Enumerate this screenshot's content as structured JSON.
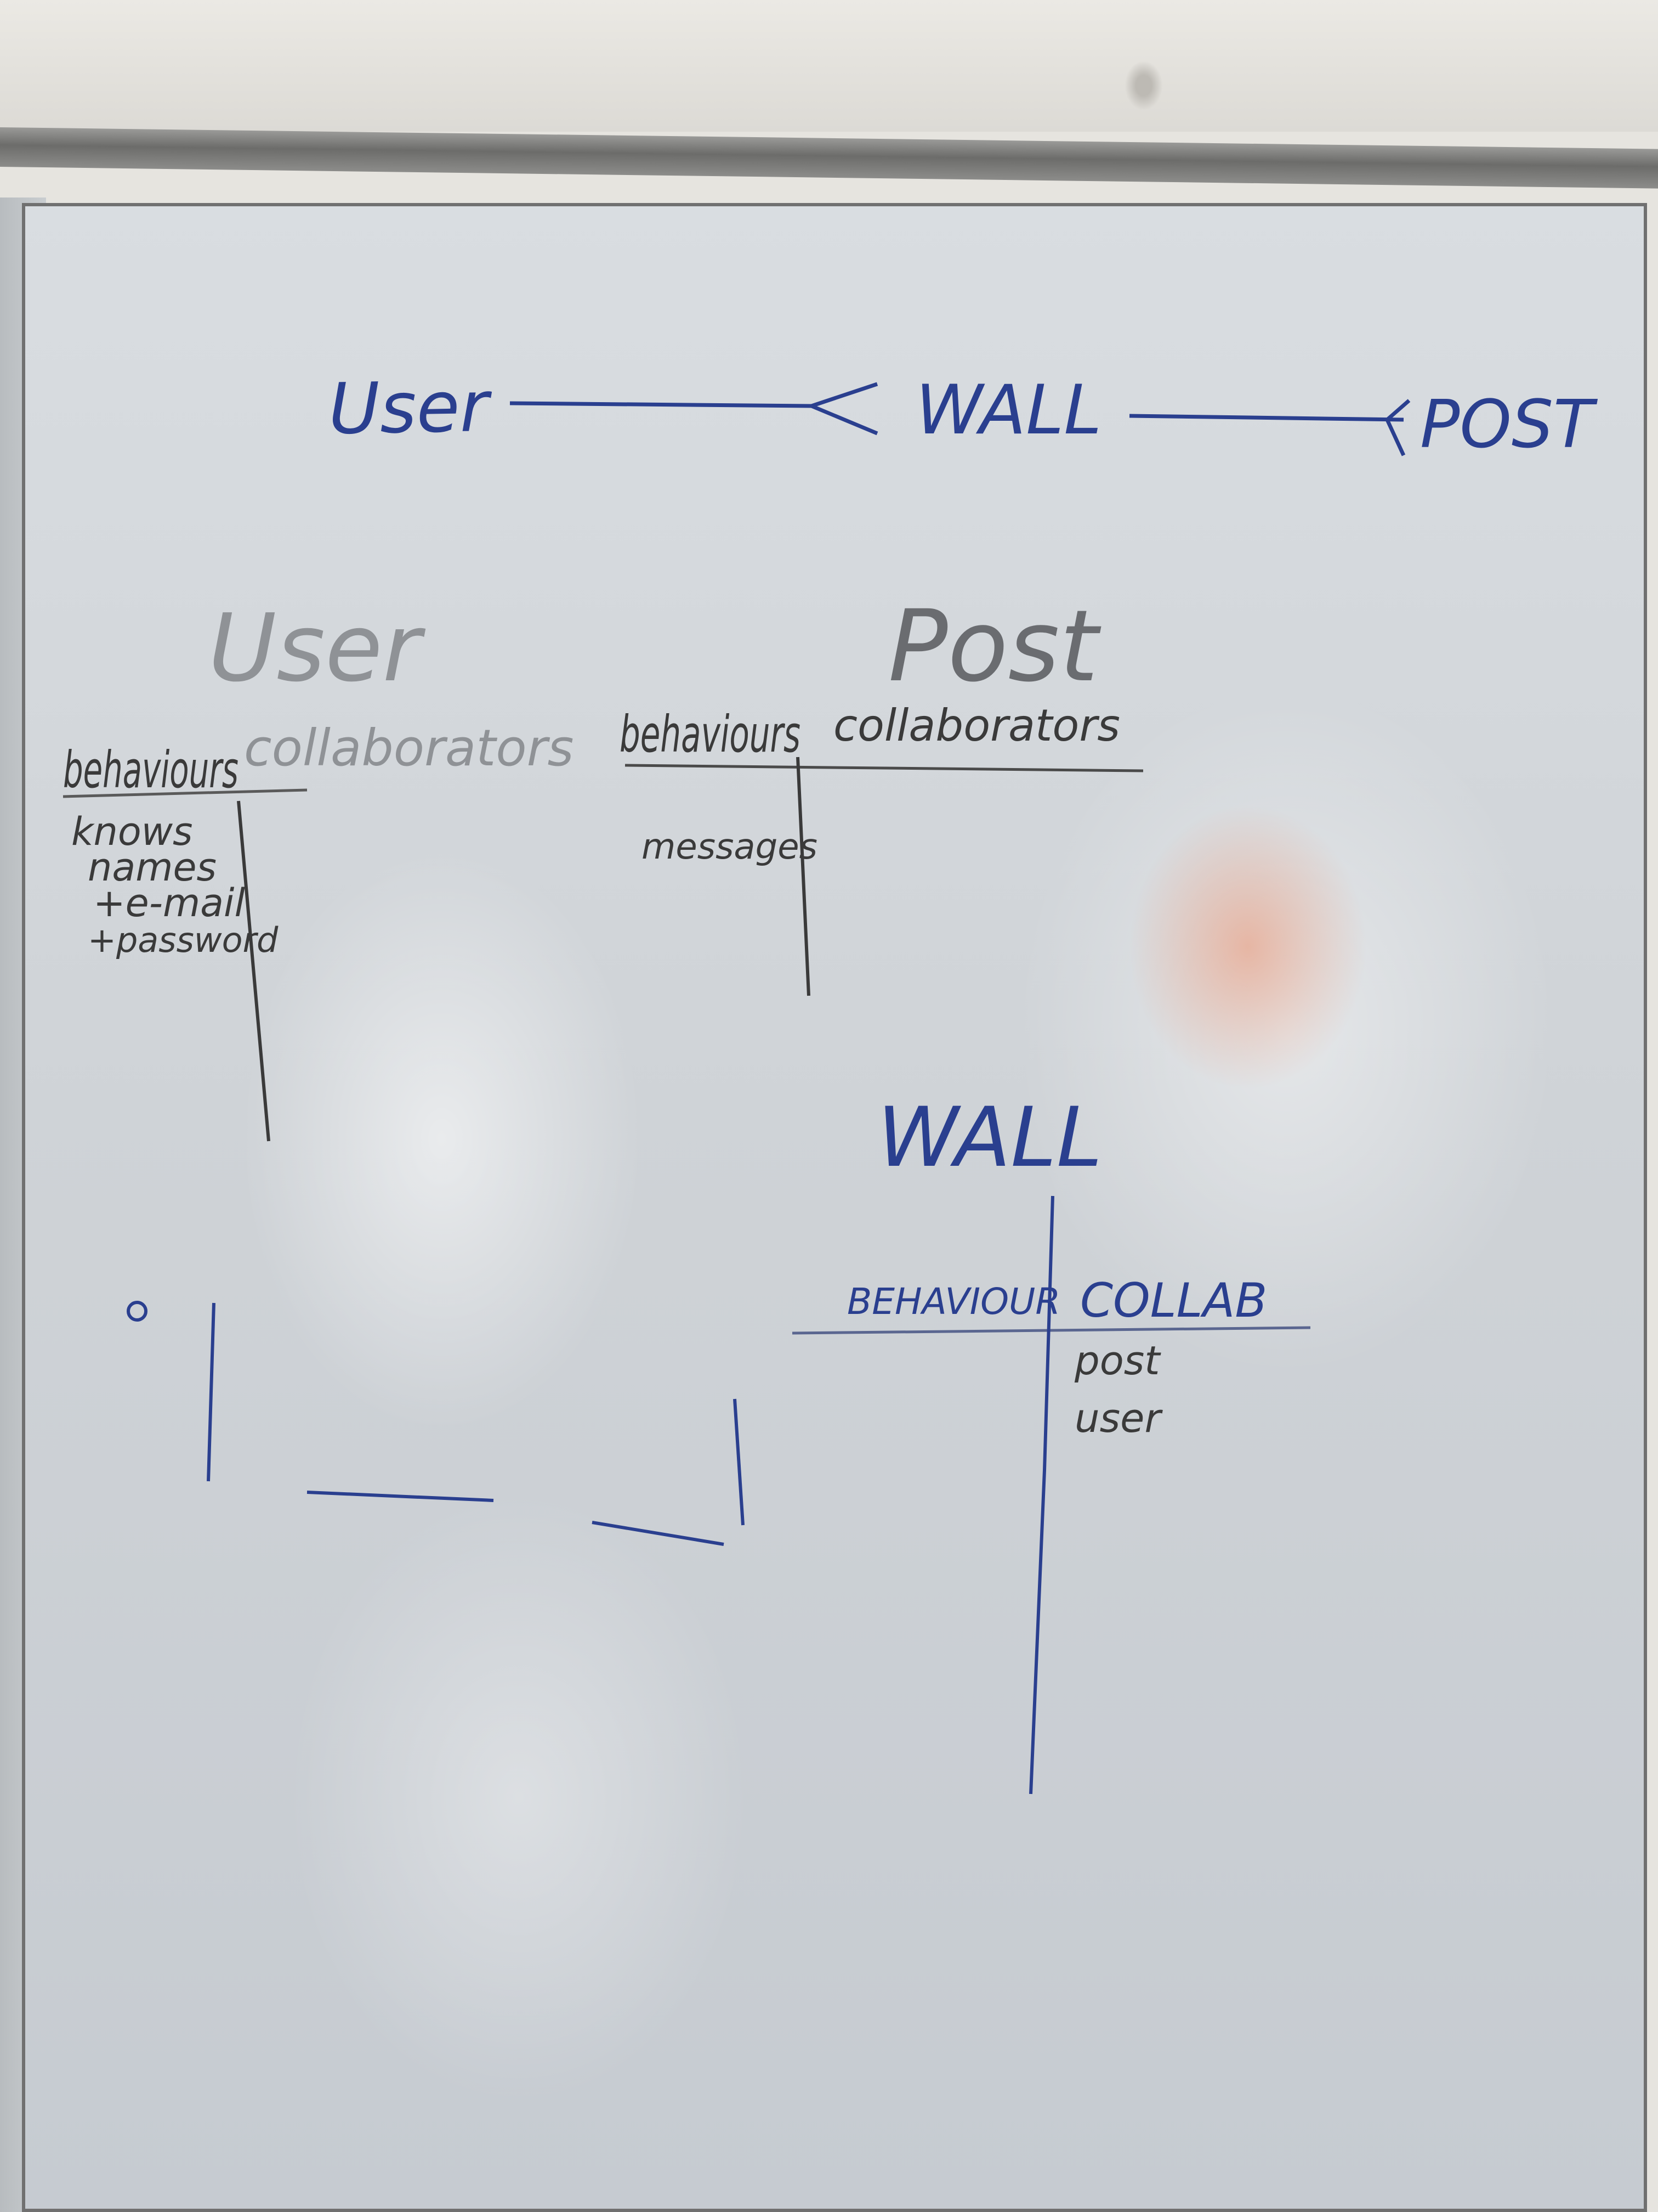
{
  "colors": {
    "blue_marker": "#2a3f8f",
    "black_marker": "#3a3a3a",
    "faded_marker": "#8f9296"
  },
  "top_diagram": {
    "labels": [
      "User",
      "WALL",
      "POST"
    ]
  },
  "user_card": {
    "title": "User",
    "col_left": "behaviours",
    "col_right": "collaborators",
    "behaviours": [
      "knows",
      "names",
      "+e-mail",
      "+password"
    ]
  },
  "post_card": {
    "title": "Post",
    "col_left": "behaviours",
    "col_right": "collaborators",
    "behaviours": [
      "messages"
    ]
  },
  "wall_card": {
    "title": "WALL",
    "col_left": "BEHAVIOUR",
    "col_right": "COLLAB",
    "collaborators": [
      "post",
      "user"
    ]
  }
}
